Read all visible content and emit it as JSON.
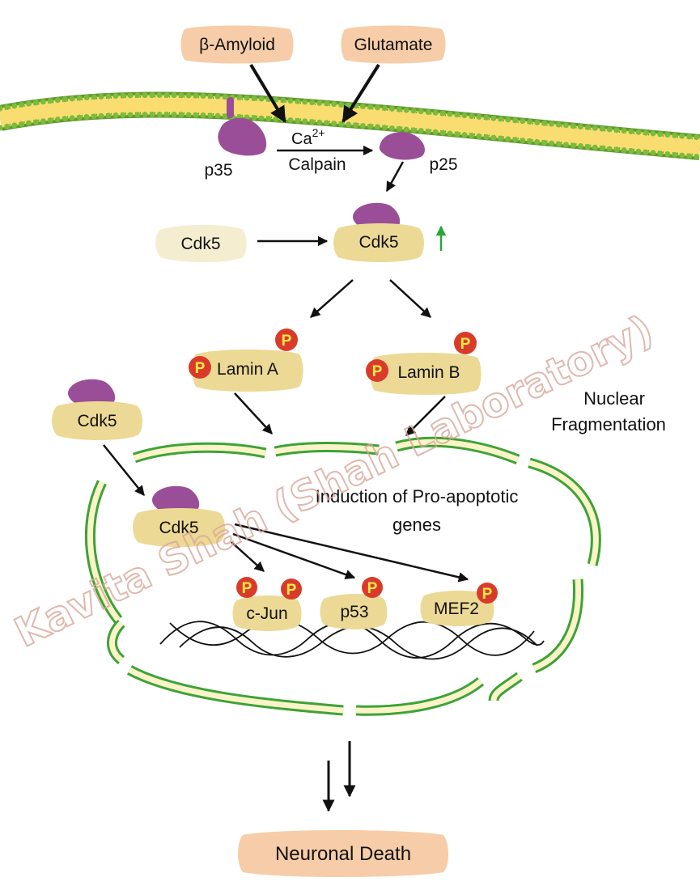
{
  "inputs": {
    "amyloid": "β-Amyloid",
    "glutamate": "Glutamate"
  },
  "membrane": {
    "p35": "p35",
    "p25": "p25",
    "ca_base": "Ca",
    "ca_charge": "2+",
    "calpain": "Calpain"
  },
  "cdk5": {
    "inactive": "Cdk5",
    "active": "Cdk5",
    "left": "Cdk5",
    "nuclear": "Cdk5"
  },
  "lamins": {
    "a": "Lamin A",
    "b": "Lamin B"
  },
  "phospho": "P",
  "nucleus": {
    "fragmentation_line1": "Nuclear",
    "fragmentation_line2": "Fragmentation",
    "induction_line1": "Induction of Pro-apoptotic",
    "induction_line2": "genes"
  },
  "genes": {
    "cjun": "c-Jun",
    "p53": "p53",
    "mef2": "MEF2"
  },
  "outcome": "Neuronal Death",
  "watermark": "Kavita Shah (Shah Laboratory)",
  "colors": {
    "membrane_yellow": "#f9dd70",
    "membrane_bead": "#5e9a2c",
    "p35_purple": "#9b4e98",
    "protein_tan": "#ecd995",
    "protein_light": "#f5edcf",
    "input_box": "#f6cda8",
    "envelope_green": "#3da337",
    "envelope_fill": "#fbf4c8",
    "phospho_red": "#d93b2a",
    "phospho_text": "#ffe94a",
    "up_arrow": "#2aa53a",
    "watermark": "#d8a79a"
  }
}
